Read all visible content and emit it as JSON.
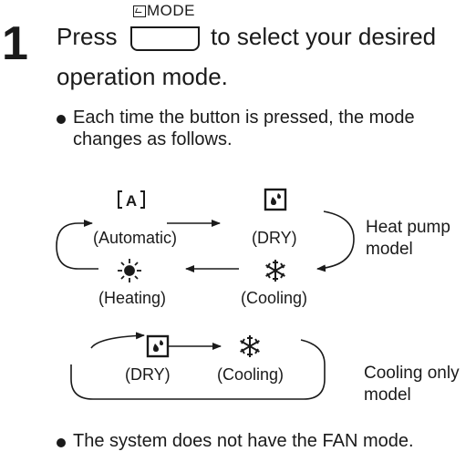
{
  "step": {
    "number": "1",
    "button_caption": "MODE",
    "line1_before": "Press",
    "line1_after": "to select your desired",
    "line2": "operation mode."
  },
  "bullets": [
    {
      "line1": "Each time the button is pressed, the mode",
      "line2": "changes as follows."
    },
    {
      "line1": "The system does not have the FAN mode."
    }
  ],
  "heat_pump": {
    "modes": {
      "automatic": "(Automatic)",
      "dry": "(DRY)",
      "heating": "(Heating)",
      "cooling": "(Cooling)"
    },
    "label_line1": "Heat pump",
    "label_line2": "model"
  },
  "cooling_only": {
    "modes": {
      "dry": "(DRY)",
      "cooling": "(Cooling)"
    },
    "label_line1": "Cooling only",
    "label_line2": "model"
  },
  "icons": {
    "automatic": "auto-mode-icon",
    "dry": "dry-mode-icon",
    "heating": "sun-heating-icon",
    "cooling": "snowflake-cooling-icon",
    "mode_button": "mode-icon"
  }
}
